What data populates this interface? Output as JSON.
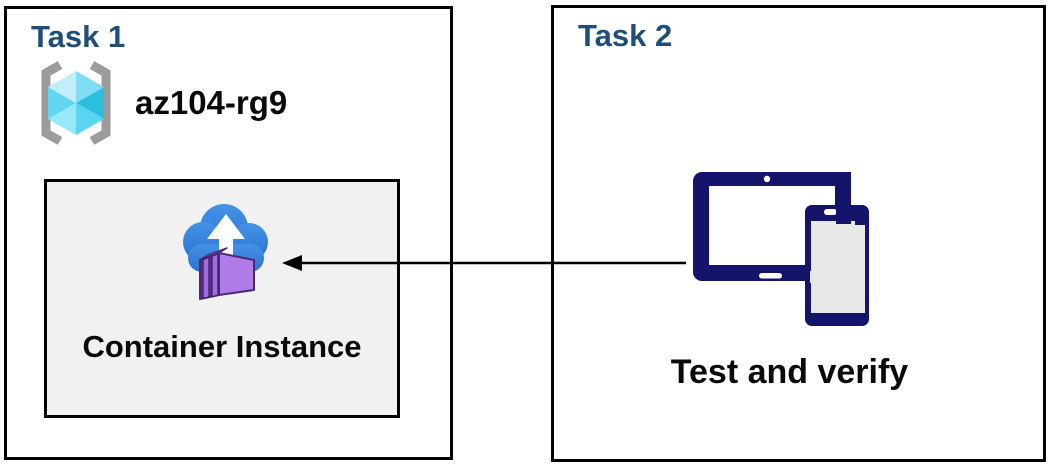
{
  "task1": {
    "title": "Task 1",
    "resource_group": {
      "icon": "resource-group-icon",
      "name": "az104-rg9"
    },
    "container_instance": {
      "icon": "container-instance-icon",
      "label": "Container Instance"
    }
  },
  "task2": {
    "title": "Task 2",
    "devices": {
      "icon": "devices-icon",
      "label": "Test and verify"
    }
  },
  "connector": {
    "type": "arrow",
    "direction": "right-to-left",
    "from": "devices-icon",
    "to": "container-instance-icon"
  },
  "colors": {
    "task_title": "#1e4e79",
    "box_border": "#000000",
    "container_box_bg": "#f1f1f1",
    "device_navy": "#14146b",
    "cloud_blue_top": "#4593e6",
    "cloud_blue_bottom": "#2a6fd2",
    "container_purple_light": "#ae7ce9",
    "container_purple_dark": "#5c2d91",
    "container_door": "#a26ce0",
    "container_top": "#c9a4f4",
    "container_outline": "#4b2878",
    "bracket_gray": "#9c9c9c",
    "cube_top_left": "#c1eefa",
    "cube_top_right": "#7fdcf4",
    "cube_right": "#2abfdf",
    "cube_bottom_right": "#59d5ef",
    "cube_bottom_left": "#97e8f8",
    "cube_left": "#63d6f0",
    "phone_screen_gray": "#e8e8e8",
    "arrow_black": "#000000"
  }
}
